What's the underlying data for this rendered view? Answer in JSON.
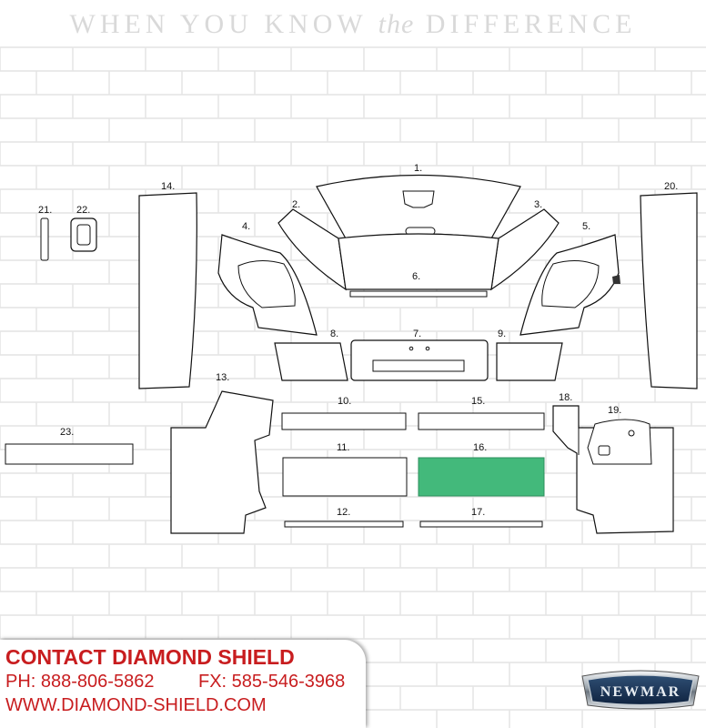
{
  "tagline": {
    "part1": "WHEN YOU KNOW",
    "part2": "the",
    "part3": "DIFFERENCE"
  },
  "parts": [
    {
      "label": "1.",
      "highlighted": false
    },
    {
      "label": "2.",
      "highlighted": false
    },
    {
      "label": "3.",
      "highlighted": false
    },
    {
      "label": "4.",
      "highlighted": false
    },
    {
      "label": "5.",
      "highlighted": false
    },
    {
      "label": "6.",
      "highlighted": false
    },
    {
      "label": "7.",
      "highlighted": false
    },
    {
      "label": "8.",
      "highlighted": false
    },
    {
      "label": "9.",
      "highlighted": false
    },
    {
      "label": "10.",
      "highlighted": false
    },
    {
      "label": "11.",
      "highlighted": false
    },
    {
      "label": "12.",
      "highlighted": false
    },
    {
      "label": "13.",
      "highlighted": false
    },
    {
      "label": "14.",
      "highlighted": false
    },
    {
      "label": "15.",
      "highlighted": false
    },
    {
      "label": "16.",
      "highlighted": true
    },
    {
      "label": "17.",
      "highlighted": false
    },
    {
      "label": "18.",
      "highlighted": false
    },
    {
      "label": "19.",
      "highlighted": false
    },
    {
      "label": "20.",
      "highlighted": false
    },
    {
      "label": "21.",
      "highlighted": false
    },
    {
      "label": "22.",
      "highlighted": false
    },
    {
      "label": "23.",
      "highlighted": false
    }
  ],
  "colors": {
    "highlight": "#43b97b",
    "contact_text": "#c81d1f",
    "brick_line": "#e4e4e4"
  },
  "contact": {
    "title": "CONTACT DIAMOND SHIELD",
    "phone": "PH: 888-806-5862",
    "fax": "FX: 585-546-3968",
    "website": "WWW.DIAMOND-SHIELD.COM"
  },
  "brand": {
    "name": "NEWMAR"
  }
}
